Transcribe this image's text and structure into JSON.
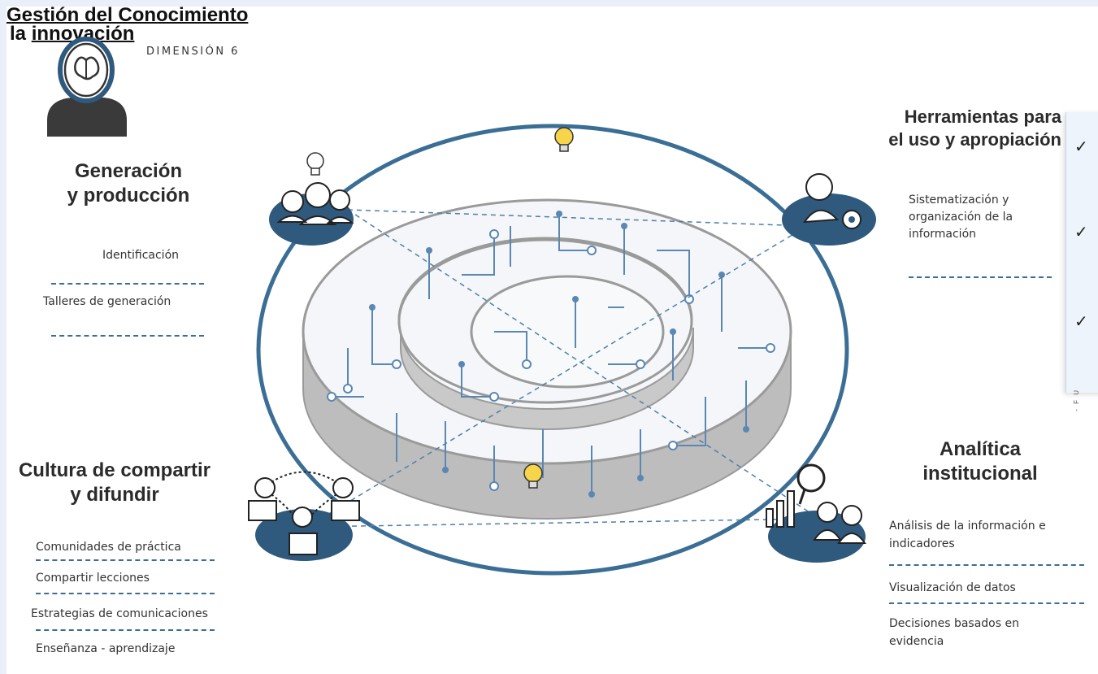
{
  "header": {
    "dimension_label": "DIMENSIÓN 6",
    "title_line1": "Gestión del Conocimiento",
    "title_line2_prefix": "y la ",
    "title_line2_underlined": "innovación"
  },
  "quadrants": {
    "generacion": {
      "title": "Generación\ny producción",
      "items": [
        "Identificación",
        "Talleres de generación"
      ]
    },
    "herramientas": {
      "title": "Herramientas para\nel uso y apropiación",
      "items": [
        "Sistematización y\norganización de la\ninformación"
      ]
    },
    "cultura": {
      "title": "Cultura de compartir\ny difundir",
      "items": [
        "Comunidades de práctica",
        "Compartir lecciones",
        "Estrategias de comunicaciones",
        "Enseñanza - aprendizaje"
      ]
    },
    "analitica": {
      "title": "Analítica\ninstitucional",
      "items": [
        "Análisis de la información e\nindicadores",
        "Visualización de datos",
        "Decisiones basados en\nevidencia"
      ]
    }
  },
  "side_panel": {
    "checks": [
      "✓",
      "✓",
      "✓"
    ],
    "vertical_text": "- F U"
  },
  "colors": {
    "accent": "#3b6e95",
    "ring_dark": "#2f5a7d",
    "bulb": "#f6d54a",
    "disk_side": "#b9b9b9"
  }
}
